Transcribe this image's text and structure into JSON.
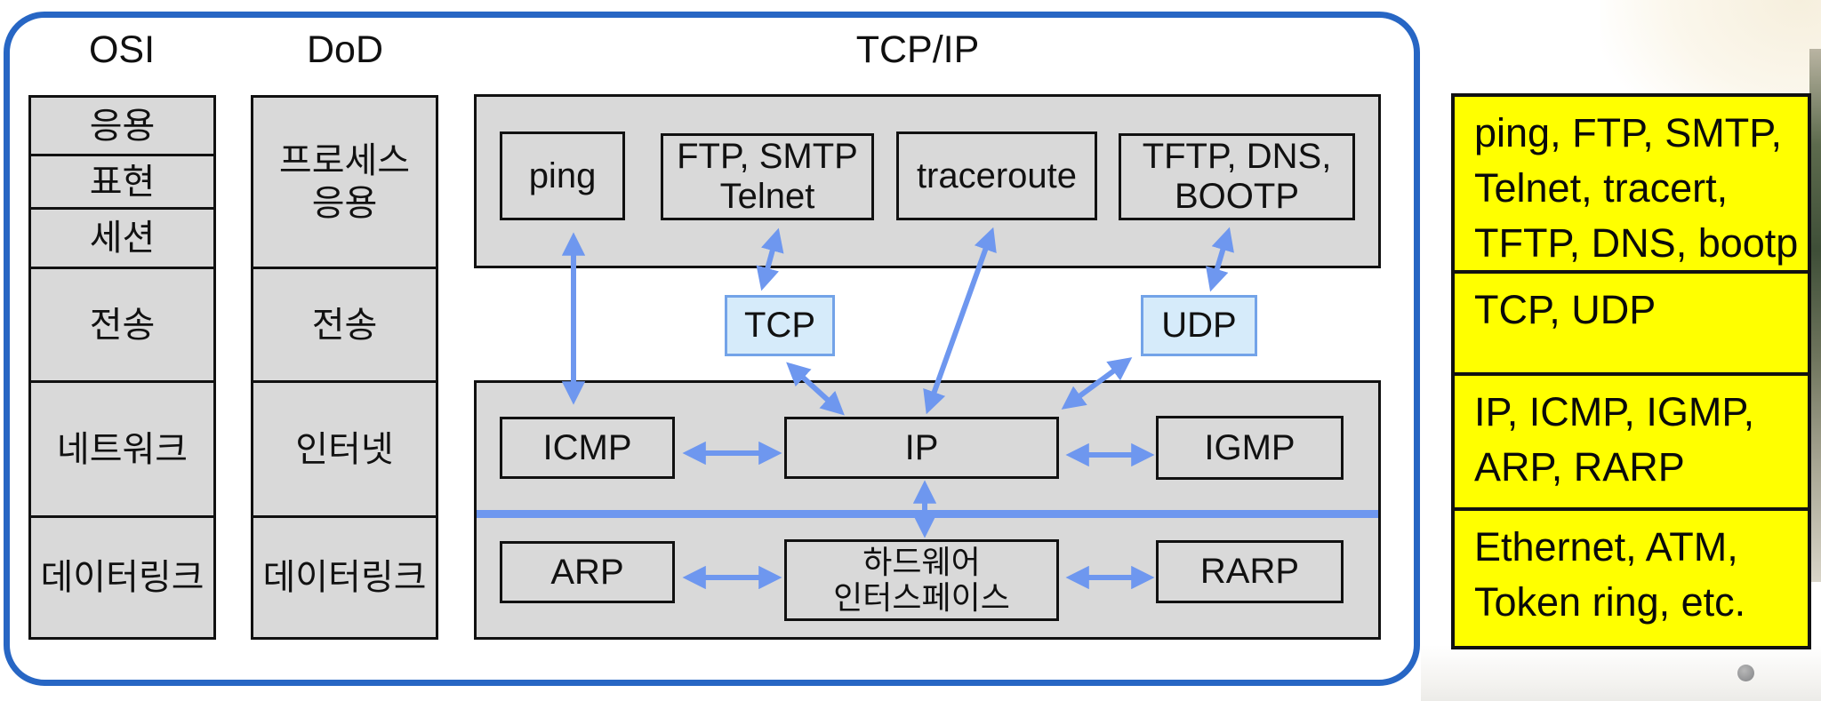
{
  "headers": {
    "osi": "OSI",
    "dod": "DoD",
    "tcpip": "TCP/IP"
  },
  "osi": {
    "layers": [
      "응용",
      "표현",
      "세션",
      "전송",
      "네트워크",
      "데이터링크"
    ]
  },
  "dod": {
    "layers": [
      "프로세스\n응용",
      "전송",
      "인터넷",
      "데이터링크"
    ]
  },
  "tcpip": {
    "app_boxes": [
      "ping",
      "FTP, SMTP\nTelnet",
      "traceroute",
      "TFTP, DNS,\nBOOTP"
    ],
    "transport": [
      "TCP",
      "UDP"
    ],
    "network": [
      "ICMP",
      "IP",
      "IGMP"
    ],
    "datalink": [
      "ARP",
      "하드웨어\n인터스페이스",
      "RARP"
    ]
  },
  "side_panel": {
    "rows": [
      "ping, FTP, SMTP,\nTelnet, tracert,\nTFTP, DNS, bootp",
      "TCP, UDP",
      "IP, ICMP, IGMP,\nARP, RARP",
      "Ethernet, ATM,\nToken ring, etc."
    ]
  },
  "colors": {
    "frame_blue": "#2766c4",
    "arrow_blue": "#6e97ef",
    "box_gray": "#d9d9d9",
    "highlight_blue": "#d6ebfa",
    "panel_yellow": "#ffff00"
  }
}
